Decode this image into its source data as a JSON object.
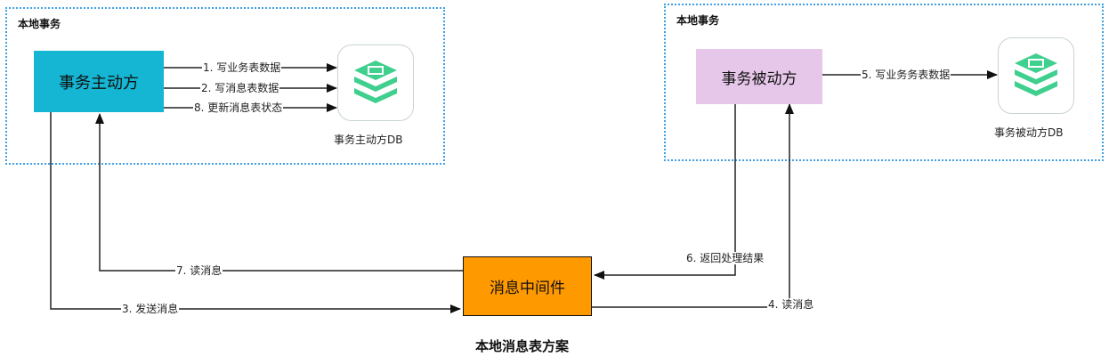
{
  "groups": {
    "left_label": "本地事务",
    "right_label": "本地事务"
  },
  "nodes": {
    "initiator": "事务主动方",
    "participant": "事务被动方",
    "middleware": "消息中间件"
  },
  "databases": {
    "initiator_db": "事务主动方DB",
    "participant_db": "事务被动方DB"
  },
  "edges": {
    "step1": "1. 写业务表数据",
    "step2": "2. 写消息表数据",
    "step8": "8. 更新消息表状态",
    "step5": "5. 写业务务表数据",
    "step3": "3. 发送消息",
    "step4": "4. 读消息",
    "step6": "6. 返回处理结果",
    "step7": "7. 读消息"
  },
  "title": "本地消息表方案",
  "colors": {
    "group_border": "#3fa0e6",
    "initiator_fill": "#14b6d3",
    "participant_fill": "#e6c7ea",
    "middleware_fill": "#ff9900",
    "db_icon": "#3fcf8e"
  },
  "icons": {
    "database": "stack-database-icon"
  }
}
